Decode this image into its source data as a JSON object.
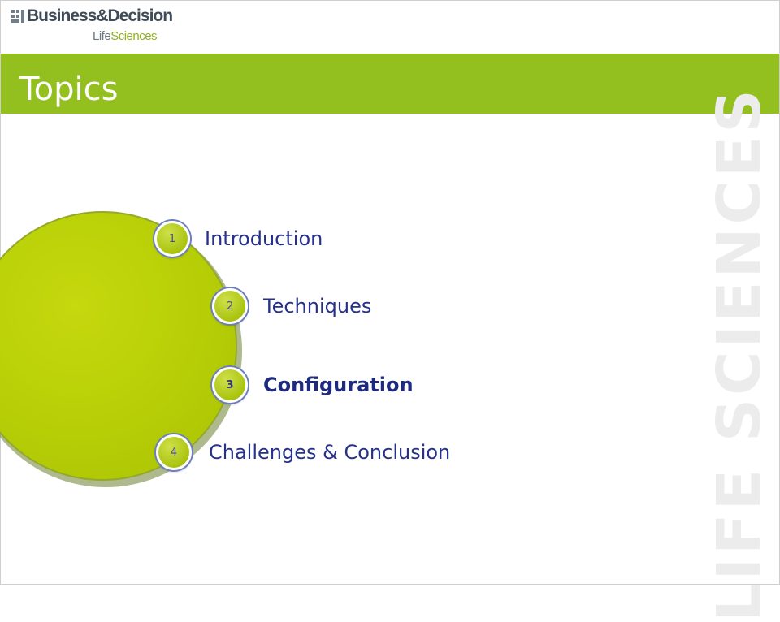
{
  "logo": {
    "brand": "Business&Decision",
    "sub_prefix": "Life",
    "sub_accent": "Sciences"
  },
  "slide": {
    "title": "Topics",
    "watermark": "LIFE SCIENCES",
    "accent_color": "#93c01f",
    "text_color": "#25318a"
  },
  "topics": [
    {
      "number": "1",
      "label": "Introduction",
      "active": false
    },
    {
      "number": "2",
      "label": "Techniques",
      "active": false
    },
    {
      "number": "3",
      "label": "Configuration",
      "active": true
    },
    {
      "number": "4",
      "label": "Challenges & Conclusion",
      "active": false
    }
  ]
}
